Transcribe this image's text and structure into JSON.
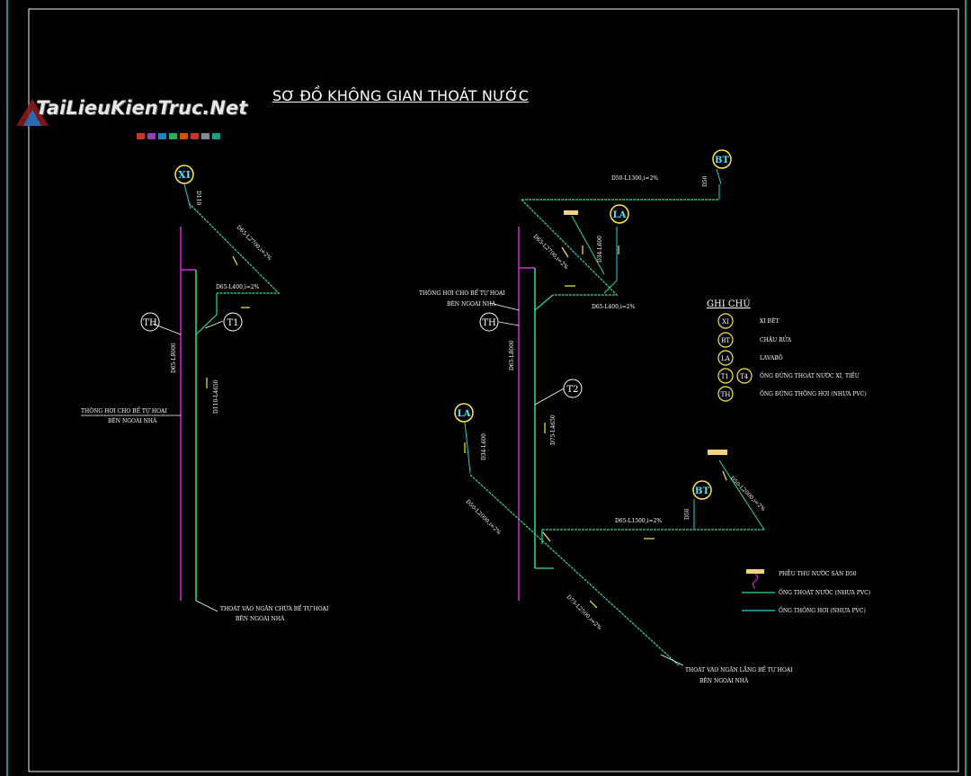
{
  "title": "SƠ ĐỒ KHÔNG GIAN THOÁT NƯỚC",
  "watermark": "TaiLieuKienTruc.Net",
  "colors": {
    "background": "#000000",
    "frame": "#2ec4c4",
    "drain_pipe": "#2fe08a",
    "vent_pipe": "#24d6d6",
    "vent_stack": "#d02cd0",
    "fixture_circle": "#ffe84a",
    "fixture_text": "#4fe4ff",
    "flow_arrow": "#ffe84a",
    "label": "#ffffff"
  },
  "fixtures": {
    "xi": "XI",
    "bt": "BT",
    "la": "LA",
    "th": "TH",
    "t1": "T1",
    "t2": "T2"
  },
  "left": {
    "pipe_d65_l2700": "D65-L2700,i=2%",
    "pipe_d65_l400": "D65-L400,i=2%",
    "pipe_d110": "D110",
    "pipe_d65_l8000": "D65-L8000",
    "pipe_d110_l4650": "D110-L4650",
    "vent_note_1": "THÔNG HƠI CHO BỂ TỰ HOẠI",
    "vent_note_2": "BÊN NGOÀI NHÀ",
    "outlet_note_1": "THOÁT VÀO NGĂN CHỨA BỂ TỰ HOẠI",
    "outlet_note_2": "BÊN NGOÀI NHÀ"
  },
  "right": {
    "pipe_d50_l1300": "D50-L1300,i=2%",
    "pipe_d50": "D50",
    "pipe_d65_l2700": "D65-L2700,i=2%",
    "pipe_d34_l600": "D34-L600",
    "pipe_d65_l400": "D65-L400,i=2%",
    "pipe_d65_l8000": "D65-L8000",
    "pipe_d75_l4650": "D75-L4650",
    "pipe_d34_l600_b": "D34-L600",
    "pipe_d50_l2000": "D50-L2000,i=2%",
    "pipe_d65_l1500": "D65-L1500,i=2%",
    "pipe_d50_b": "D50",
    "pipe_d50_l2000_b": "D50-L2000,i=2%",
    "pipe_d75_l2500": "D75-L2500,i=2%",
    "vent_note_1": "THÔNG HƠI CHO BỂ TỰ HOẠI",
    "vent_note_2": "BÊN NGOÀI NHÀ",
    "outlet_note_1": "THOÁT VÀO NGĂN LẮNG BỂ TỰ HOẠI",
    "outlet_note_2": "BÊN NGOÀI NHÀ"
  },
  "legend": {
    "title": "GHI CHÚ",
    "items": [
      {
        "symbol": "XI",
        "text": "XÍ BỆT"
      },
      {
        "symbol": "BT",
        "text": "CHẬU RỬA"
      },
      {
        "symbol": "LA",
        "text": "LAVABÔ"
      },
      {
        "symbol": "T1 T4",
        "text": "ỐNG ĐỨNG THOÁT NƯỚC XÍ, TIỂU"
      },
      {
        "symbol": "TH",
        "text": "ỐNG ĐỨNG THÔNG HƠI (NHỰA PVC)"
      }
    ],
    "floor_drain": "PHỄU THU NƯỚC SÀN D50",
    "drain_pipe": "ỐNG THOÁT NƯỚC (NHỰA PVC)",
    "vent_pipe": "ỐNG THÔNG HƠI (NHỰA PVC)"
  }
}
